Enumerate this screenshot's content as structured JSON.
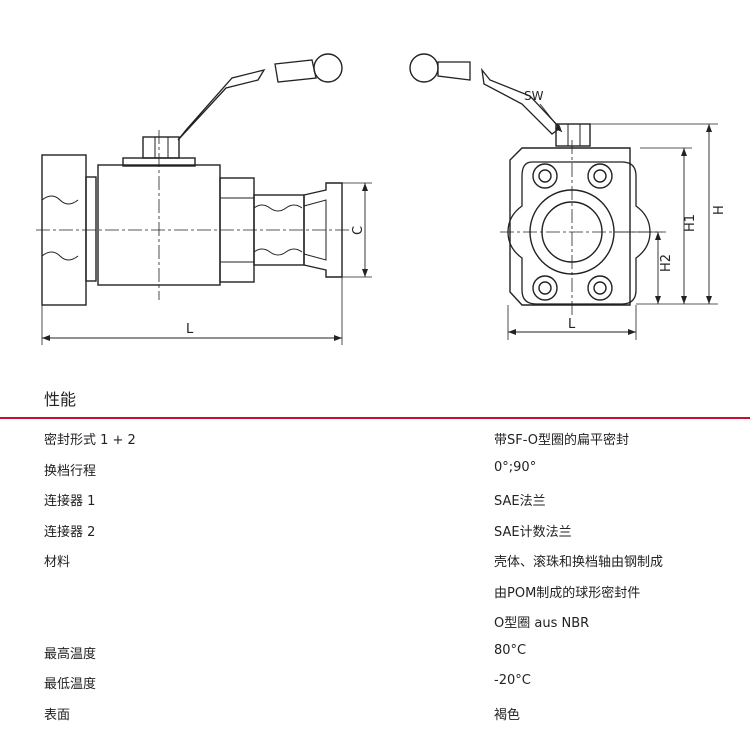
{
  "drawing": {
    "label_L_left": "L",
    "label_C": "C",
    "label_SW": "SW",
    "label_H": "H",
    "label_H1": "H1",
    "label_H2": "H2",
    "label_L_right": "L"
  },
  "section": {
    "title": "性能"
  },
  "specs": [
    {
      "label": "密封形式 1 + 2",
      "value": "带SF-O型圈的扁平密封"
    },
    {
      "label": "换档行程",
      "value": "0°;90°"
    },
    {
      "label": "连接器 1",
      "value": "SAE法兰"
    },
    {
      "label": "连接器 2",
      "value": "SAE计数法兰"
    },
    {
      "label": "材料",
      "value": "壳体、滚珠和换档轴由钢制成"
    },
    {
      "label": "",
      "value": "由POM制成的球形密封件"
    },
    {
      "label": "",
      "value": "O型圈 aus NBR"
    },
    {
      "label": "最高温度",
      "value": "80°C"
    },
    {
      "label": "最低温度",
      "value": "-20°C"
    },
    {
      "label": "表面",
      "value": "褐色"
    }
  ],
  "colors": {
    "accent_rule": "#c8102e",
    "line": "#222222"
  }
}
